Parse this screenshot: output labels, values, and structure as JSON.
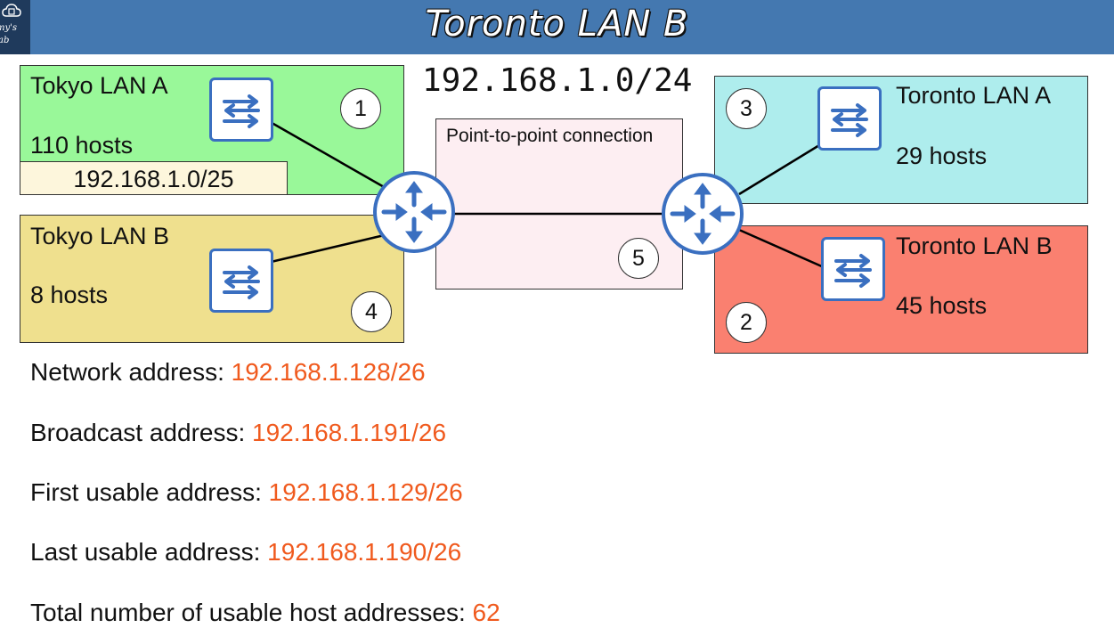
{
  "header": {
    "title": "Toronto LAN B",
    "logo_line1": "my's",
    "logo_line2": "ab"
  },
  "network": "192.168.1.0/24",
  "lans": {
    "tokyo_a": {
      "name": "Tokyo LAN A",
      "hosts": "110 hosts",
      "subnet": "192.168.1.0/25",
      "number": "1",
      "color": "#99f899"
    },
    "tokyo_b": {
      "name": "Tokyo LAN B",
      "hosts": "8 hosts",
      "number": "4",
      "color": "#efe08e"
    },
    "toronto_a": {
      "name": "Toronto LAN A",
      "hosts": "29 hosts",
      "number": "3",
      "color": "#aeeded"
    },
    "toronto_b": {
      "name": "Toronto LAN B",
      "hosts": "45 hosts",
      "number": "2",
      "color": "#fa8070"
    }
  },
  "p2p": {
    "label": "Point-to-point connection",
    "number": "5",
    "color": "#fdeef2"
  },
  "icons": {
    "switch": "switch-icon",
    "router": "router-icon",
    "accent": "#3a6fc0"
  },
  "results": {
    "network": {
      "label": "Network address: ",
      "value": "192.168.1.128/26"
    },
    "broadcast": {
      "label": "Broadcast address: ",
      "value": "192.168.1.191/26"
    },
    "first": {
      "label": "First usable address: ",
      "value": "192.168.1.129/26"
    },
    "last": {
      "label": "Last usable address: ",
      "value": "192.168.1.190/26"
    },
    "total": {
      "label": "Total number of usable host addresses: ",
      "value": "62"
    },
    "value_color": "#f05a1e"
  }
}
